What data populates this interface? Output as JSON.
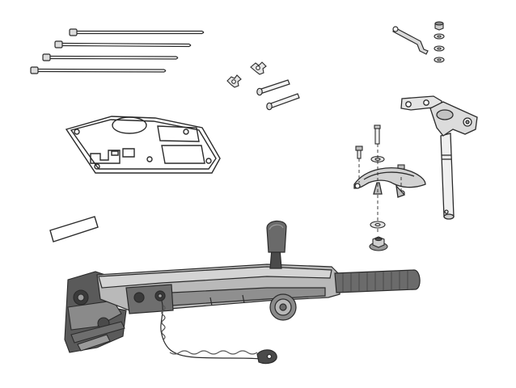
{
  "diagram": {
    "style": "grayscale exploded parts illustration",
    "colors": {
      "line": "#2b2b2b",
      "dark": "#3a3a3a",
      "mid": "#7d7d7d",
      "light": "#b5b5b5",
      "pale": "#e2e2e2",
      "background": "#ffffff"
    },
    "parts": [
      {
        "name": "long-bolt",
        "count": 4
      },
      {
        "name": "wing-nut",
        "count": 2
      },
      {
        "name": "pin",
        "count": 2
      },
      {
        "name": "gasket",
        "count": 1
      },
      {
        "name": "rectangular-label",
        "count": 1
      },
      {
        "name": "link-arm",
        "count": 1
      },
      {
        "name": "nut",
        "count": 1
      },
      {
        "name": "washer",
        "count": 5
      },
      {
        "name": "steering-shaft-bracket",
        "count": 1
      },
      {
        "name": "stud",
        "count": 1
      },
      {
        "name": "screw",
        "count": 2
      },
      {
        "name": "mounting-plate",
        "count": 1
      },
      {
        "name": "flange-nut",
        "count": 1
      },
      {
        "name": "tiller-handle",
        "count": 1
      },
      {
        "name": "shift-lever",
        "count": 1
      },
      {
        "name": "throttle-grip",
        "count": 1
      },
      {
        "name": "friction-knob",
        "count": 1
      },
      {
        "name": "kill-switch-lanyard",
        "count": 1
      }
    ]
  }
}
